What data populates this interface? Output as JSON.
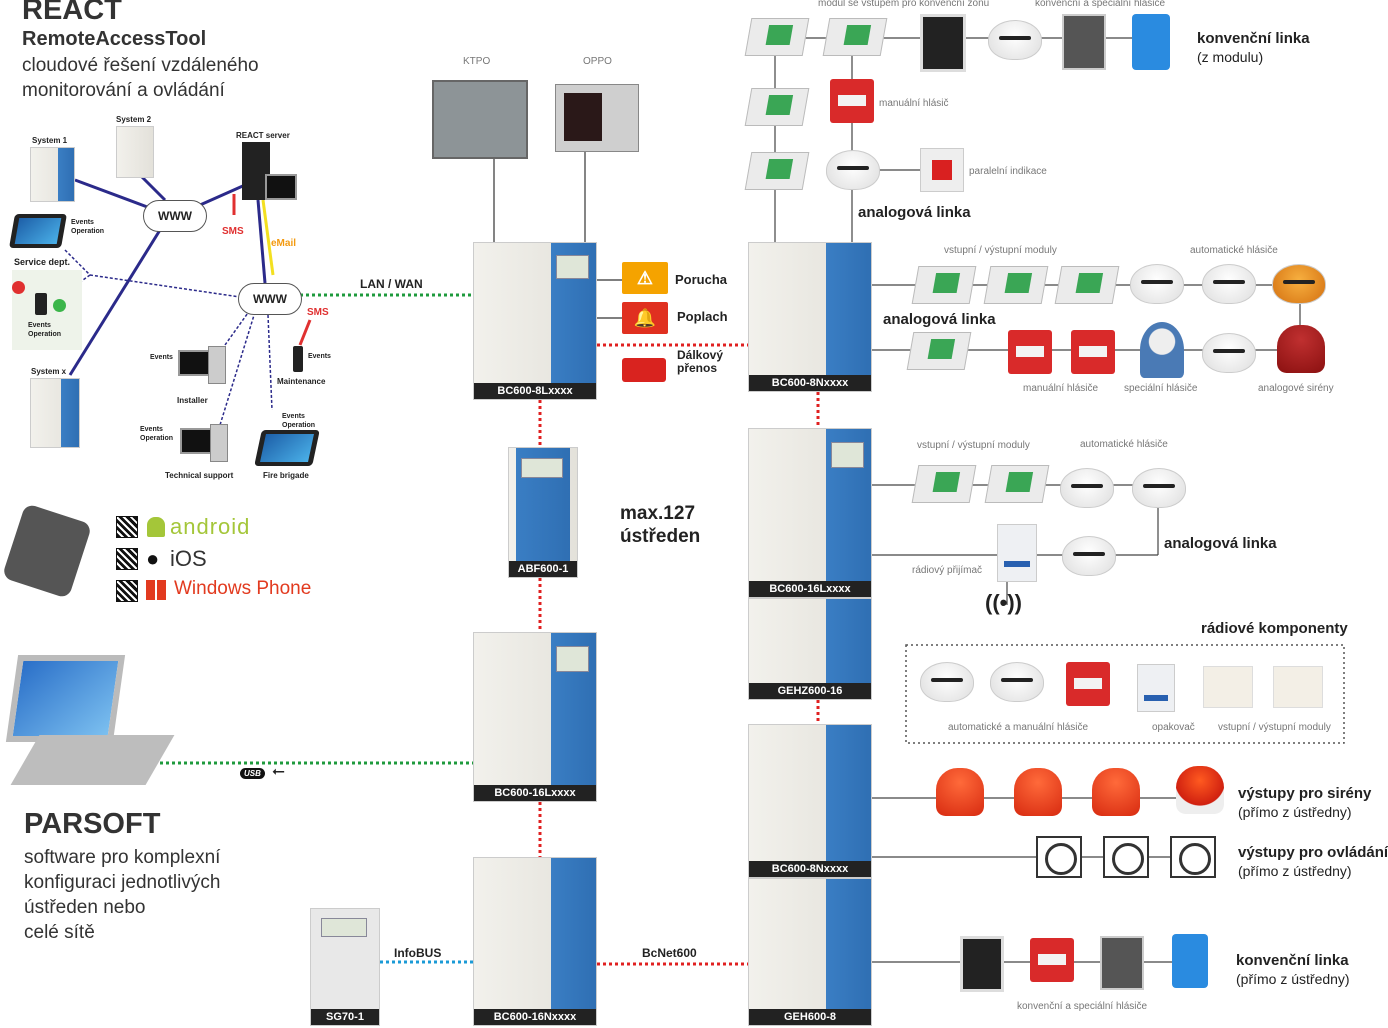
{
  "react": {
    "title": "REACT",
    "subtitle": "RemoteAccessTool",
    "description_line1": "cloudové řešení vzdáleného",
    "description_line2": "monitorování a ovládání",
    "system1": "System 1",
    "system2": "System 2",
    "systemx": "System x",
    "server": "REACT server",
    "www": "WWW",
    "sms": "SMS",
    "email": "eMail",
    "service_dept": "Service dept.",
    "events": "Events",
    "operation": "Operation",
    "installer": "Installer",
    "maintenance": "Maintenance",
    "technical_support": "Technical support",
    "fire_brigade": "Fire brigade",
    "lan_wan": "LAN / WAN"
  },
  "mobile": {
    "android": "android",
    "ios": "iOS",
    "windows_phone": "Windows Phone"
  },
  "parsoft": {
    "title": "PARSOFT",
    "line1": "software pro komplexní",
    "line2": "konfiguraci jednotlivých",
    "line3": "ústředen nebo",
    "line4": "celé sítě"
  },
  "center": {
    "ktpo": "KTPO",
    "oppo": "OPPO",
    "porucha": "Porucha",
    "poplach": "Poplach",
    "dalkovy1": "Dálkový",
    "dalkovy2": "přenos",
    "max_line1": "max.127",
    "max_line2": "ústředen",
    "infobus": "InfoBUS",
    "bcnet": "BcNet600",
    "usb": "USB"
  },
  "panels": {
    "bc600_8l": "BC600-8Lxxxx",
    "abf600": "ABF600-1",
    "bc600_16l_left": "BC600-16Lxxxx",
    "bc600_16n": "BC600-16Nxxxx",
    "sg70": "SG70-1",
    "bc600_8n_top": "BC600-8Nxxxx",
    "bc600_16l_right": "BC600-16Lxxxx",
    "gehz600": "GEHZ600-16",
    "bc600_8n_bottom": "BC600-8Nxxxx",
    "geh600": "GEH600-8"
  },
  "right": {
    "modul_konv": "modul se vstupem pro konvenční zónu",
    "konv_special": "konvenční a speciální hlásiče",
    "konv_linka": "konvenční linka",
    "z_modulu": "(z modulu)",
    "manualni_hlasic": "manuální hlásič",
    "paralelni": "paralelní indikace",
    "analog_linka": "analogová linka",
    "io_moduly": "vstupní / výstupní moduly",
    "auto_hlasice": "automatické hlásiče",
    "manualni_hlasice": "manuální hlásiče",
    "specialni_hlasice": "speciální hlásiče",
    "analog_sireny": "analogové sirény",
    "radiovy_prijimac": "rádiový přijímač",
    "radiove_komponenty": "rádiové komponenty",
    "auto_manual": "automatické a manuální hlásiče",
    "opakovac": "opakovač",
    "vystupy_sireny": "výstupy pro sirény",
    "primo": "(přímo z ústředny)",
    "vystupy_ovladani": "výstupy pro ovládání",
    "konv_linka_primo": "konvenční linka",
    "konv_special_bottom": "konvenční a speciální hlásiče"
  },
  "colors": {
    "network_blue": "#2b2a8a",
    "bcnet_red": "#e02020",
    "lan_green": "#1e9a3c",
    "infobus_blue": "#1a9ad6",
    "panel_blue": "#2f6fb3",
    "warning_orange": "#f5a300",
    "alarm_red": "#e03020"
  }
}
